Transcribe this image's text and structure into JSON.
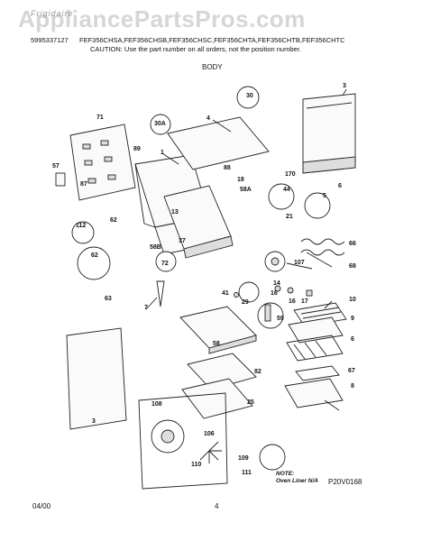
{
  "watermark": "AppliancePartsPros.com",
  "brand_logo": "Frigidaire",
  "header": {
    "part_number": "5995337127",
    "models": "FEF356CHSA,FEF356CHSB,FEF356CHSC,FEF356CHTA,FEF356CHTB,FEF356CHTC",
    "caution": "CAUTION: Use the part number on all orders, not the position number."
  },
  "section_title": "BODY",
  "callouts": {
    "c1": "1",
    "c3a": "3",
    "c3b": "3",
    "c4": "4",
    "c5": "5",
    "c6": "6",
    "c7": "7",
    "c8": "8",
    "c9": "9",
    "c10": "10",
    "c13": "13",
    "c14": "14",
    "c16a": "16",
    "c16b": "16",
    "c17": "17",
    "c18": "18",
    "c21": "21",
    "c25": "25",
    "c29": "29",
    "c30": "30",
    "c30a": "30A",
    "c37": "37",
    "c41": "41",
    "c44": "44",
    "c57": "57",
    "c58": "58",
    "c58a": "58A",
    "c58b": "58B",
    "c59": "59",
    "c62a": "62",
    "c62b": "62",
    "c63": "63",
    "c66": "66",
    "c67": "67",
    "c68": "68",
    "c71": "71",
    "c72": "72",
    "c82": "82",
    "c87": "87",
    "c88": "88",
    "c89": "89",
    "c106": "106",
    "c107": "107",
    "c108": "108",
    "c109": "109",
    "c110": "110",
    "c111": "111",
    "c112": "112",
    "c170": "170"
  },
  "note": {
    "title": "NOTE:",
    "text": "Oven Liner N/A"
  },
  "figure_code": "P20V0168",
  "footer": {
    "date": "04/00",
    "page": "4"
  }
}
